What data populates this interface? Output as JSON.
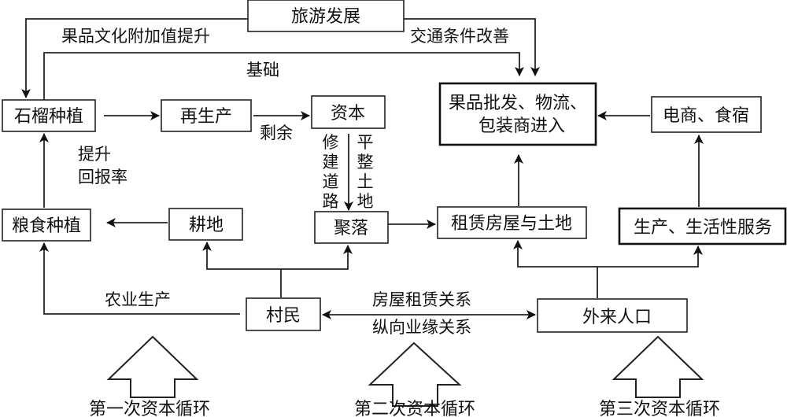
{
  "diagram": {
    "nodes": {
      "tourism": "旅游发展",
      "pomegranate": "石榴种植",
      "reproduction": "再生产",
      "capital": "资本",
      "fruit_market": [
        "果品批发、物流、",
        "包装商进入"
      ],
      "ecommerce": "电商、食宿",
      "grain": "粮食种植",
      "farmland": "耕地",
      "settlement": "聚落",
      "rental": "租赁房屋与土地",
      "services": "生产、生活性服务",
      "villagers": "村民",
      "migrants": "外来人口"
    },
    "edge_labels": {
      "value_added": "果品文化附加值提升",
      "transport": "交通条件改善",
      "basis": "基础",
      "surplus": "剩余",
      "build_roads": [
        "修",
        "建",
        "道",
        "路"
      ],
      "level_land": [
        "平",
        "整",
        "土",
        "地"
      ],
      "raise_return": [
        "提升",
        "回报率"
      ],
      "agri_production": "农业生产",
      "housing_rental": "房屋租赁关系",
      "vertical_business": "纵向业缘关系"
    },
    "cycles": [
      "第一次资本循环",
      "第二次资本循环",
      "第三次资本循环"
    ]
  }
}
